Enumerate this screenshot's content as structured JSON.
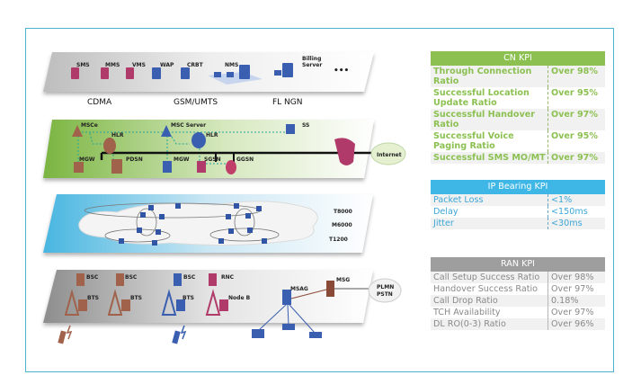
{
  "layers": {
    "service": {
      "nodes": [
        "SMS",
        "MMS",
        "VMS",
        "WAP",
        "CRBT",
        "NMS",
        "Billing Server"
      ],
      "more": "•••",
      "networks": [
        "CDMA",
        "GSM/UMTS",
        "FL NGN"
      ]
    },
    "core": {
      "nodes": [
        "MSCe",
        "HLR",
        "MGW",
        "PDSN",
        "MSC Server",
        "HLR",
        "MGW",
        "SGSN",
        "GGSN",
        "SS"
      ],
      "cloud": "Internet"
    },
    "bearer": {
      "devices": [
        "T8000",
        "M6000",
        "T1200"
      ]
    },
    "ran": {
      "nodes": [
        "BSC",
        "BTS",
        "BSC",
        "BTS",
        "BSC",
        "BTS",
        "RNC",
        "Node B",
        "MSAG",
        "MSG"
      ],
      "cloud_lines": [
        "PLMN",
        "PSTN"
      ]
    }
  },
  "colors": {
    "cn_green": "#8cc152",
    "ip_blue": "#3fb7e6",
    "ran_gray": "#9e9e9e",
    "frame": "#4bb3cf",
    "cdma_brown": "#a0624a",
    "gsm_blue": "#3a5fb0",
    "umts_magenta": "#b03a6a"
  },
  "cn_kpi": {
    "title": "CN KPI",
    "rows": [
      {
        "name": "Through Connection Ratio",
        "value": "Over 98%"
      },
      {
        "name": "Successful Location Update Ratio",
        "value": "Over 95%"
      },
      {
        "name": "Successful Handover Ratio",
        "value": "Over 97%"
      },
      {
        "name": "Successful Voice Paging Ratio",
        "value": "Over 95%"
      },
      {
        "name": "Successful SMS MO/MT",
        "value": "Over 97%"
      }
    ]
  },
  "ip_kpi": {
    "title": "IP Bearing KPI",
    "rows": [
      {
        "name": "Packet Loss",
        "value": "<1%"
      },
      {
        "name": "Delay",
        "value": "<150ms"
      },
      {
        "name": "Jitter",
        "value": "<30ms"
      }
    ]
  },
  "ran_kpi": {
    "title": "RAN KPI",
    "rows": [
      {
        "name": "Call Setup Success Ratio",
        "value": "Over 98%"
      },
      {
        "name": "Handover Success Ratio",
        "value": "Over 97%"
      },
      {
        "name": "Call Drop Ratio",
        "value": "0.18%"
      },
      {
        "name": "TCH Availability",
        "value": "Over 97%"
      },
      {
        "name": "DL RO(0-3) Ratio",
        "value": "Over 96%"
      }
    ]
  }
}
